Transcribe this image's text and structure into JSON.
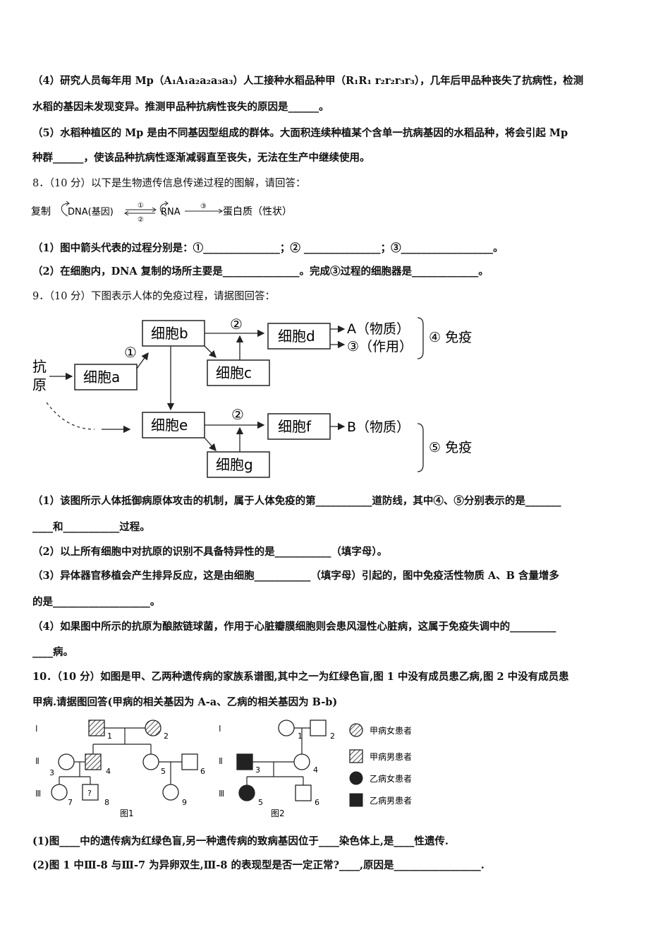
{
  "q7": {
    "p4_l1": "（4）研究人员每年用 Mp（A₁A₁a₂a₂a₃a₃）人工接种水稻品种甲（R₁R₁ r₂r₂r₃r₃），几年后甲品种丧失了抗病性，检测",
    "p4_l2": "水稻的基因未发现变异。推测甲品种抗病性丧失的原因是______。",
    "p5_l1": "（5）水稻种植区的 Mp 是由不同基因型组成的群体。大面积连续种植某个含单一抗病基因的水稻品种，将会引起 Mp",
    "p5_l2": "种群______，使该品种抗病性逐渐减弱直至丧失，无法在生产中继续使用。"
  },
  "q8": {
    "stem": "8．（10 分）以下是生物遗传信息传递过程的图解，请回答：",
    "diagram": {
      "replicate": "复制",
      "dna": "DNA(基因)",
      "rna": "RNA",
      "protein": "蛋白质（性状）",
      "c1": "①",
      "c2": "②",
      "c3": "③"
    },
    "p1": "（1）图中箭头代表的过程分别是：①_______________；② _______________；③__________________。",
    "p2": "（2）在细胞内，DNA 复制的场所主要是_______________。完成③过程的细胞器是_____________。"
  },
  "q9": {
    "stem": "9．（10 分）下图表示人体的免疫过程，请据图回答：",
    "diagram": {
      "antigen1": "抗",
      "antigen2": "原",
      "cell_a": "细胞a",
      "cell_b": "细胞b",
      "cell_c_top": "细胞c",
      "cell_d": "细胞d",
      "cell_e": "细胞e",
      "cell_f": "细胞f",
      "cell_g": "细胞g",
      "circ1": "①",
      "circ2": "②",
      "circ2b": "②",
      "a_sub": "A（物质）",
      "act": "③（作用）",
      "imm4": "④ 免疫",
      "b_sub": "B（物质）",
      "imm5": "⑤ 免疫"
    },
    "p1_l1": "（1）该图所示人体抵御病原体攻击的机制，属于人体免疫的第___________道防线，其中④、⑤分别表示的是_______",
    "p1_l2": "____和___________过程。",
    "p2": "（2）以上所有细胞中对抗原的识别不具备特异性的是___________（填字母）。",
    "p3_l1": "（3）异体器官移植会产生排异反应，这是由细胞___________（填字母）引起的，图中免疫活性物质 A、B 含量增多",
    "p3_l2": "的是___________________。",
    "p4_l1": "（4）如果图中所示的抗原为酿脓链球菌，作用于心脏瓣膜细胞则会患风湿性心脏病，这属于免疫失调中的_________",
    "p4_l2": "____病。"
  },
  "q10": {
    "stem_l1": "10．（10 分）如图是甲、乙两种遗传病的家族系谱图,其中之一为红绿色盲,图 1 中没有成员患乙病,图 2 中没有成员患",
    "stem_l2": "甲病.请据图回答(甲病的相关基因为 A-a、乙病的相关基因为 B-b)",
    "fig1": "图1",
    "fig2": "图2",
    "gen1": "Ⅰ",
    "gen2": "Ⅱ",
    "gen3": "Ⅲ",
    "unknown": "?",
    "n1": "1",
    "n2": "2",
    "n3": "3",
    "n4": "4",
    "n5": "5",
    "n6": "6",
    "n7": "7",
    "n8": "8",
    "n9": "9",
    "legend": {
      "a_female": "甲病女患者",
      "a_male": "甲病男患者",
      "b_female": "乙病女患者",
      "b_male": "乙病男患者"
    },
    "p1": "(1)图____中的遗传病为红绿色盲,另一种遗传病的致病基因位于____染色体上,是____性遗传.",
    "p2": "(2)图 1 中Ⅲ-8 与Ⅲ-7 为异卵双生,Ⅲ-8 的表现型是否一定正常?____,原因是_________________."
  }
}
